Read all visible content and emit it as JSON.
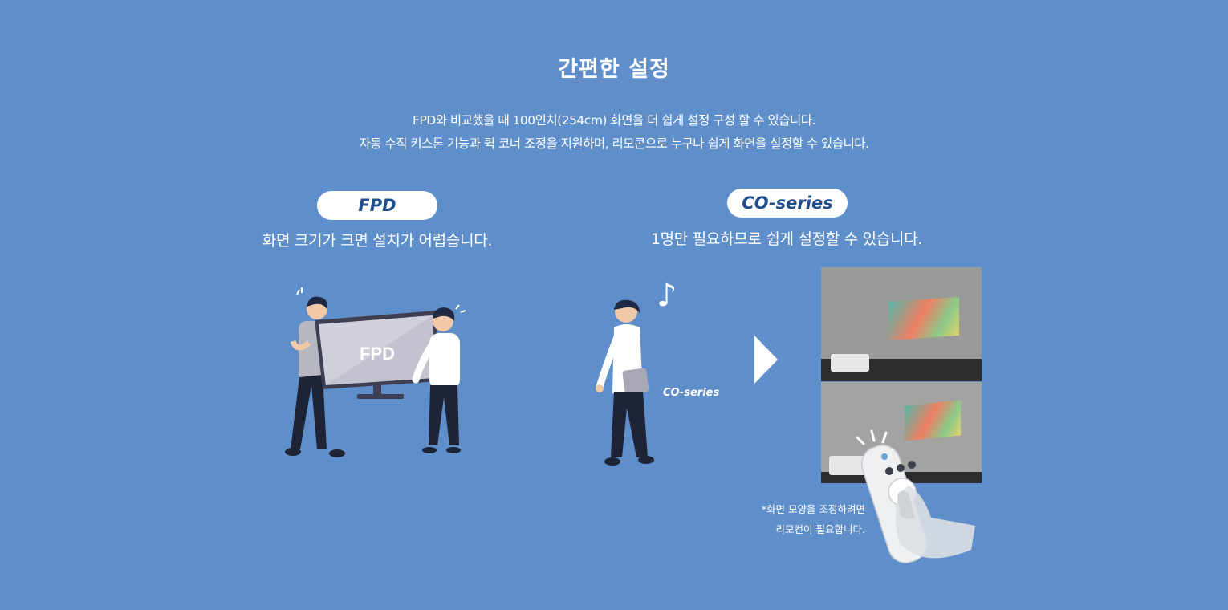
{
  "section": {
    "title": "간편한 설정",
    "description_lines": [
      "FPD와 비교했을 때 100인치(254cm) 화면을 더 쉽게 설정 구성 할 수 있습니다.",
      "자동 수직 키스톤 기능과 퀵 코너 조정을 지원하며, 리모콘으로 누구나 쉽게 화면을 설정할 수 있습니다."
    ]
  },
  "fpd": {
    "badge": "FPD",
    "caption": "화면 크기가 크면 설치가 어렵습니다.",
    "tv_label": "FPD"
  },
  "coseries": {
    "badge": "CO-series",
    "caption": "1명만 필요하므로 쉽게 설정할 수 있습니다.",
    "device_label": "CO-series",
    "note_lines": [
      "*화면 모양을 조정하려면",
      "리모컨이 필요합니다."
    ]
  },
  "icons": {
    "music_note": "music-note-icon",
    "arrow": "play-arrow-icon",
    "remote": "remote-control-icon"
  },
  "colors": {
    "background": "#5f8fca",
    "badge_text": "#1f4e8c",
    "badge_bg": "#ffffff"
  }
}
